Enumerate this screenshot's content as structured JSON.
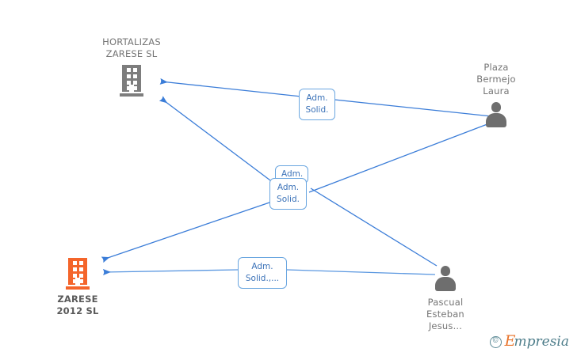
{
  "graph": {
    "background": "#ffffff",
    "edge_color": "#3b7dd8",
    "label_text_color": "#3b72b8",
    "label_border_color": "#6aa6e0",
    "nodes": [
      {
        "id": "hortalizas",
        "type": "company",
        "icon": "building-icon",
        "label": "HORTALIZAS\nZARESE SL",
        "color": "#7d7d7d",
        "highlight": false
      },
      {
        "id": "zarese2012",
        "type": "company",
        "icon": "building-icon",
        "label": "ZARESE\n2012 SL",
        "color": "#f4652b",
        "highlight": true
      },
      {
        "id": "plaza-bermejo-laura",
        "type": "person",
        "icon": "person-icon",
        "label": "Plaza\nBermejo\nLaura",
        "color": "#6e6e6e",
        "highlight": false
      },
      {
        "id": "pascual-esteban-jesus",
        "type": "person",
        "icon": "person-icon",
        "label": "Pascual\nEsteban\nJesus...",
        "color": "#6e6e6e",
        "highlight": false
      }
    ],
    "edge_labels": [
      {
        "id": "edge-label-top",
        "text": "Adm.\nSolid."
      },
      {
        "id": "edge-label-center-back",
        "text": "Adm."
      },
      {
        "id": "edge-label-center-front",
        "text": "Adm.\nSolid."
      },
      {
        "id": "edge-label-bottom",
        "text": "Adm.\nSolid.,..."
      }
    ],
    "edges": [
      {
        "id": "edge-laura-hortalizas",
        "from": "plaza-bermejo-laura",
        "to": "hortalizas",
        "label": "Adm.\nSolid."
      },
      {
        "id": "edge-laura-zarese2012",
        "from": "plaza-bermejo-laura",
        "to": "zarese2012",
        "label": "Adm.\nSolid."
      },
      {
        "id": "edge-pascual-hortalizas",
        "from": "pascual-esteban-jesus",
        "to": "hortalizas",
        "label": "Adm."
      },
      {
        "id": "edge-pascual-zarese2012",
        "from": "pascual-esteban-jesus",
        "to": "zarese2012",
        "label": "Adm.\nSolid.,..."
      }
    ]
  },
  "watermark": {
    "copyright": "©",
    "brand_initial": "E",
    "brand_rest": "mpresia"
  }
}
